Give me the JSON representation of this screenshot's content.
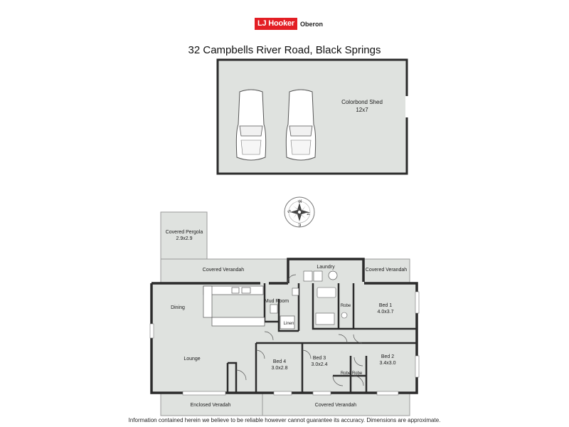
{
  "brand": {
    "name": "LJ Hooker",
    "office": "Oberon"
  },
  "address": "32 Campbells River Road, Black Springs",
  "shed": {
    "name": "Colorbond Shed",
    "size": "12x7"
  },
  "compass": {
    "letters": [
      "N",
      "E",
      "S",
      "W"
    ]
  },
  "rooms": {
    "covered_pergola": {
      "name": "Covered Pergola",
      "size": "2.9x2.9"
    },
    "covered_verandah_top": {
      "name": "Covered Verandah"
    },
    "laundry": {
      "name": "Laundry"
    },
    "covered_verandah_right": {
      "name": "Covered Verandah"
    },
    "dining": {
      "name": "Dining"
    },
    "mud_room": {
      "name": "Mud Room"
    },
    "linen": {
      "name": "Linen"
    },
    "robe_bed1": {
      "name": "Robe"
    },
    "bed1": {
      "name": "Bed 1",
      "size": "4.0x3.7"
    },
    "lounge": {
      "name": "Lounge"
    },
    "bed4": {
      "name": "Bed 4",
      "size": "3.0x2.8"
    },
    "bed3": {
      "name": "Bed 3",
      "size": "3.0x2.4"
    },
    "bed2": {
      "name": "Bed 2",
      "size": "3.4x3.0"
    },
    "robe_a": {
      "name": "Robe"
    },
    "robe_b": {
      "name": "Robe"
    },
    "enclosed_verandah": {
      "name": "Enclosed Veradah"
    },
    "covered_verandah_bottom": {
      "name": "Covered Verandah"
    }
  },
  "disclaimer": "Information contained herein we believe to be reliable however cannot guarantee its accuracy. Dimensions are approximate.",
  "colors": {
    "floor": "#dfe2df",
    "wall": "#2b2b2b",
    "brand_red": "#e31e24"
  }
}
